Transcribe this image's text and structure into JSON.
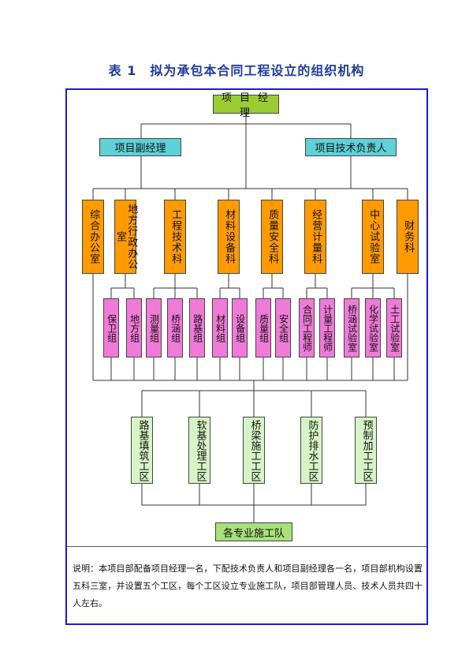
{
  "title": "表 1　拟为承包本合同工程设立的组织机构",
  "nodes": {
    "top": "项 目 经 理",
    "deputy": "项目副经理",
    "tech": "项目技术负责人",
    "departments": [
      "综合办公室",
      "地方行政办公室",
      "工程技术科",
      "材料设备科",
      "质量安全科",
      "经营计量科",
      "中心试验室",
      "财务科"
    ],
    "groups": [
      "保卫组",
      "地方组",
      "测量组",
      "桥涵组",
      "路基组",
      "材料组",
      "设备组",
      "质量组",
      "安全组",
      "合同工程师",
      "计量工程师",
      "桥涵试验室",
      "化学试验室",
      "土工试验室"
    ],
    "zones": [
      "路基填筑工区",
      "软基处理工区",
      "桥梁施工工区",
      "防护排水工区",
      "预制加工工区"
    ],
    "teams": "各专业施工队"
  },
  "note": "说明：本项目部配备项目经理一名，下配技术负责人和项目副经理各一名，项目部机构设置五科三室，并设置五个工区，每个工区设立专业施工队，项目部管理人员、技术人员共四十人左右。",
  "colors": {
    "title": "#1f3a9c",
    "frame": "#1a1adc",
    "top": "#9acd32",
    "second": "#5fd1d8",
    "department": "#ff9a00",
    "group": "#f07ad8",
    "zone": "#d6f5c6",
    "teams": "#a8e07a"
  }
}
